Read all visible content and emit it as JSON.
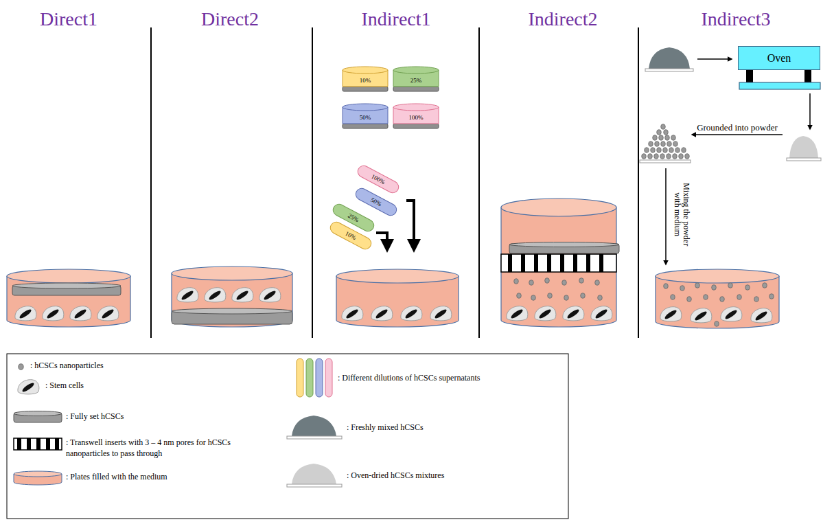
{
  "diagram": {
    "nodes": [
      {
        "text": [
          "10%"
        ]
      },
      {
        "text": [
          "25%"
        ]
      },
      {
        "text": [
          "50%"
        ]
      },
      {
        "text": [
          "100%"
        ]
      },
      {
        "text": [
          "100%"
        ]
      },
      {
        "text": [
          "50%"
        ]
      },
      {
        "text": [
          "25%"
        ]
      },
      {
        "text": [
          "10%"
        ]
      },
      {
        "text": [
          "Oven"
        ]
      }
    ],
    "labels": [
      "Direct1",
      "Direct2",
      "Indirect1",
      "Indirect2",
      "Indirect3",
      "Grounded into powder",
      "Mixing the powder with medium"
    ],
    "legend": [
      {
        "text": ": hCSCs nanoparticles"
      },
      {
        "text": ": Stem cells"
      },
      {
        "text": ": Fully set hCSCs"
      },
      {
        "text": ": Transwell inserts with 3 – 4 nm pores for hCSCs nanoparticles to pass through"
      },
      {
        "text": ": Plates filled with the medium"
      },
      {
        "text": ": Different dilutions of hCSCs supernatants"
      },
      {
        "text": ": Freshly mixed hCSCs"
      },
      {
        "text": ": Oven-dried hCSCs mixtures"
      }
    ]
  }
}
